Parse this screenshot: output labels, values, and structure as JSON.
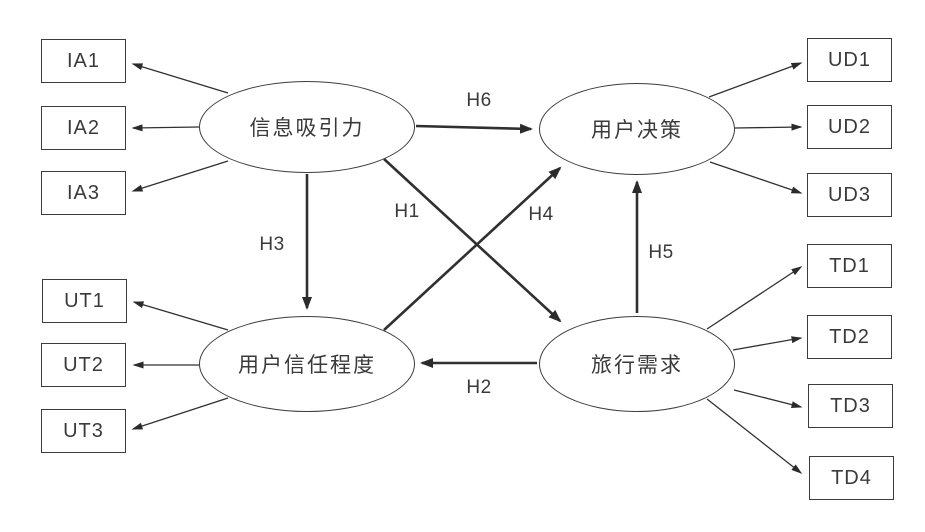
{
  "diagram": {
    "type": "structural-equation-model",
    "colors": {
      "background": "#ffffff",
      "stroke": "#303030",
      "text": "#3a3a3a"
    },
    "latent_variables": [
      {
        "id": "IA",
        "label": "信息吸引力"
      },
      {
        "id": "UD",
        "label": "用户决策"
      },
      {
        "id": "UT",
        "label": "用户信任程度"
      },
      {
        "id": "TD",
        "label": "旅行需求"
      }
    ],
    "indicators": {
      "IA": [
        "IA1",
        "IA2",
        "IA3"
      ],
      "UD": [
        "UD1",
        "UD2",
        "UD3"
      ],
      "UT": [
        "UT1",
        "UT2",
        "UT3"
      ],
      "TD": [
        "TD1",
        "TD2",
        "TD3",
        "TD4"
      ]
    },
    "hypotheses": [
      {
        "label": "H1",
        "from": "信息吸引力",
        "to": "旅行需求"
      },
      {
        "label": "H2",
        "from": "旅行需求",
        "to": "用户信任程度"
      },
      {
        "label": "H3",
        "from": "信息吸引力",
        "to": "用户信任程度"
      },
      {
        "label": "H4",
        "from": "用户信任程度",
        "to": "用户决策"
      },
      {
        "label": "H5",
        "from": "旅行需求",
        "to": "用户决策"
      },
      {
        "label": "H6",
        "from": "信息吸引力",
        "to": "用户决策"
      }
    ]
  }
}
